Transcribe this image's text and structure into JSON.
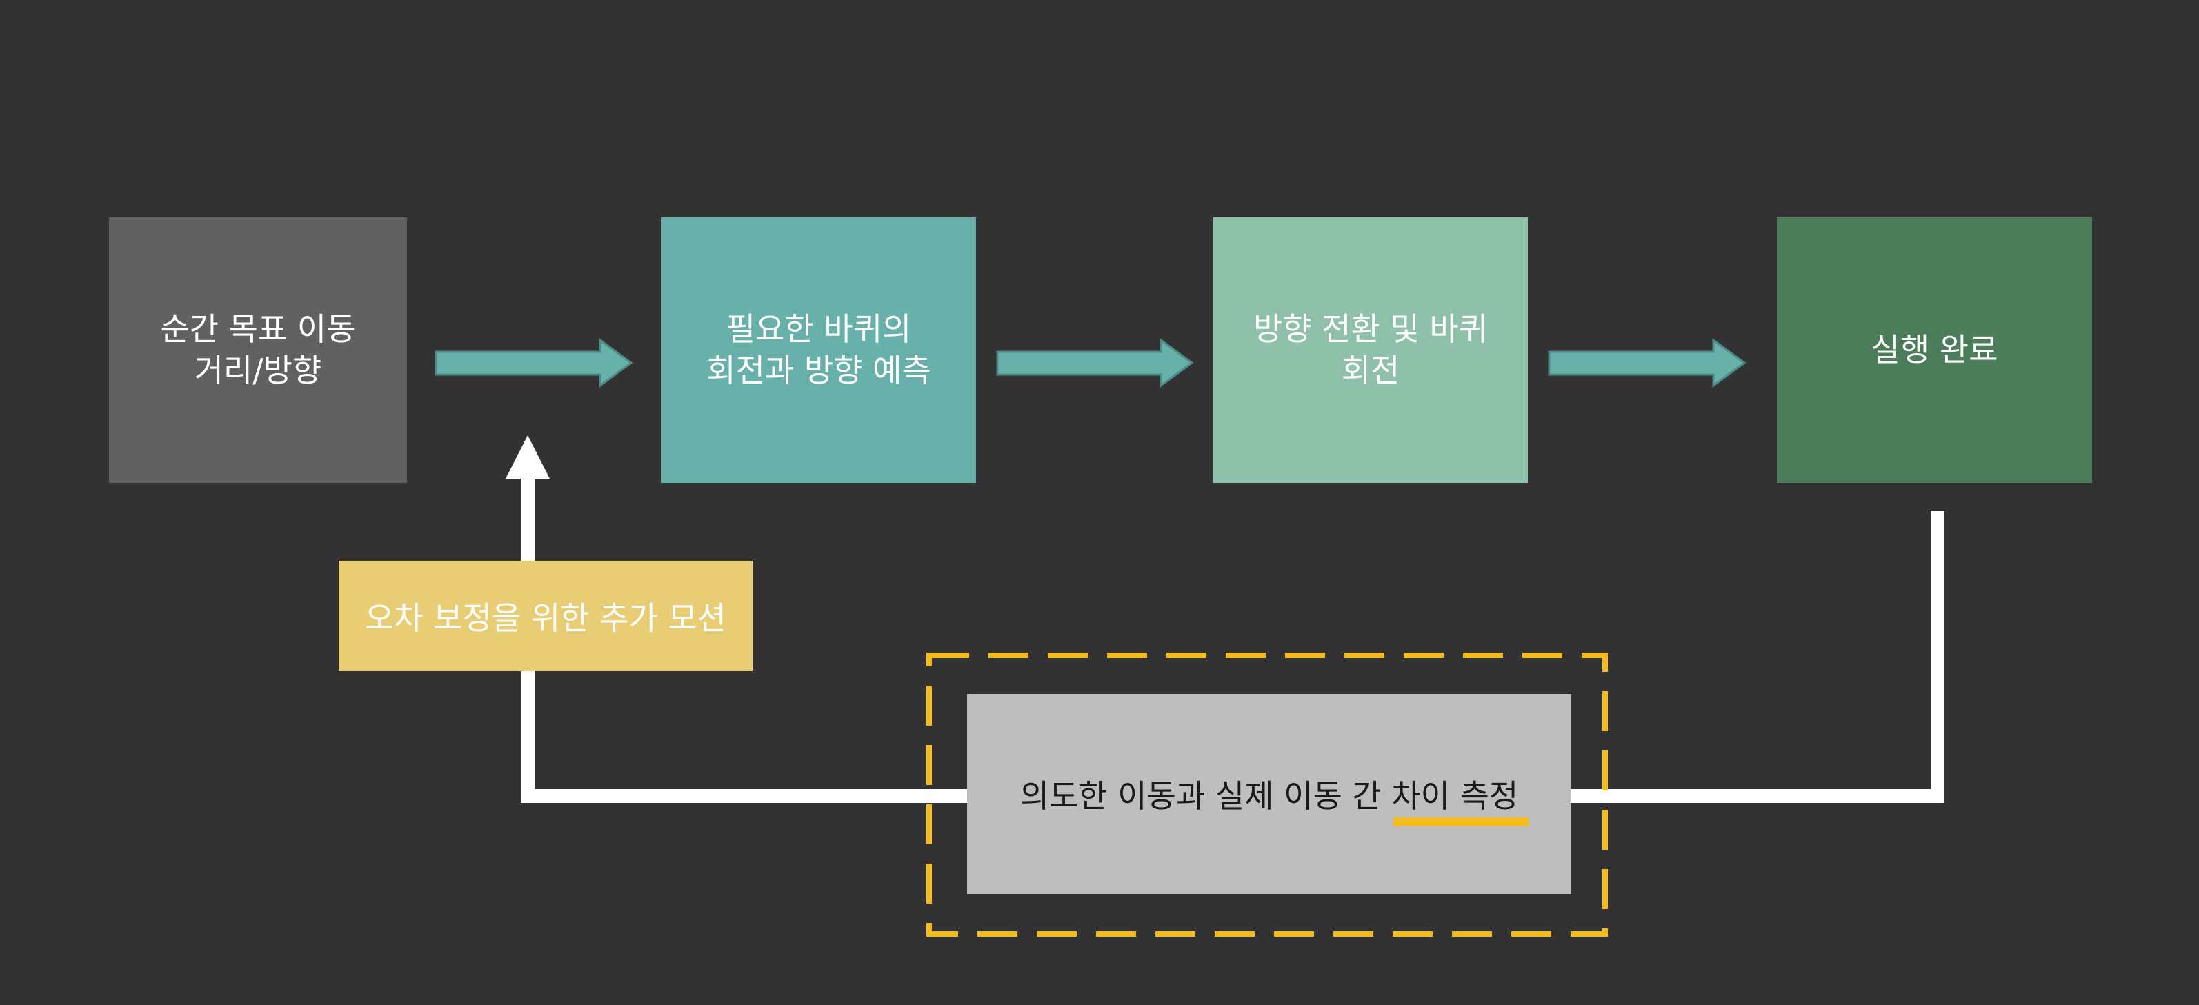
{
  "colors": {
    "background": "#323232",
    "step1": "#616161",
    "step2": "#68b0aa",
    "step3": "#8fc0a9",
    "step4": "#4b7d5b",
    "correction": "#e8cd75",
    "measure": "#bebebe",
    "highlight": "#f4bc1c",
    "arrow": "#68b0aa",
    "feedback_line": "#ffffff"
  },
  "steps": [
    {
      "label": "순간 목표 이동\n거리/방향"
    },
    {
      "label": "필요한 바퀴의\n회전과 방향 예측"
    },
    {
      "label": "방향 전환 및 바퀴\n회전"
    },
    {
      "label": "실행 완료"
    }
  ],
  "feedback": {
    "measure_label": "의도한 이동과 실제 이동 간 차이 측정",
    "correction_label": "오차 보정을 위한 추가 모션"
  },
  "icons": {
    "flow_arrow": "right-arrow-icon",
    "feedback_arrow": "up-arrow-icon"
  }
}
